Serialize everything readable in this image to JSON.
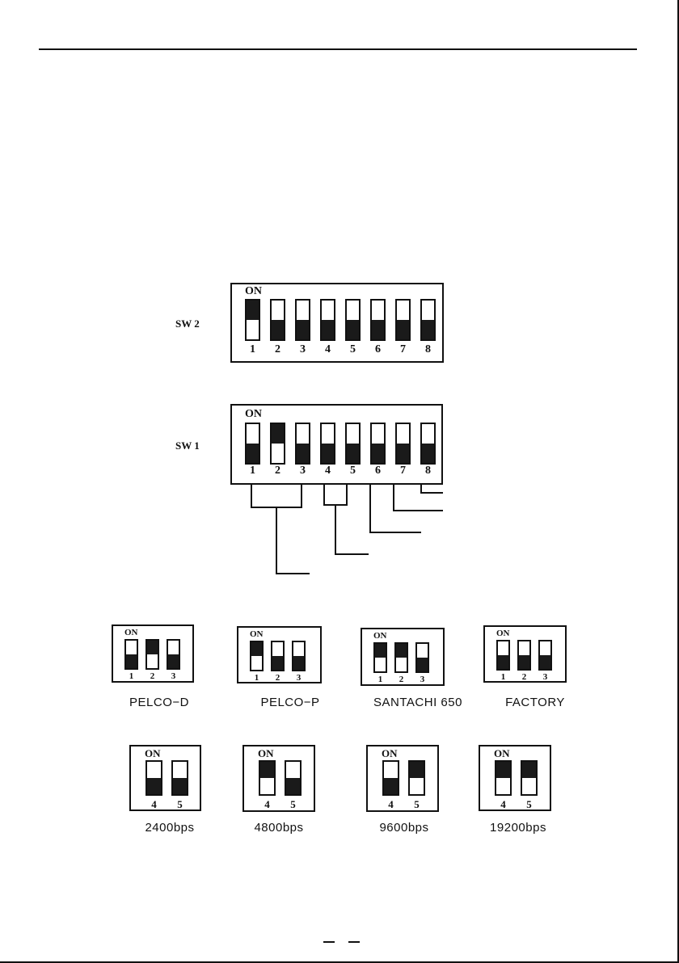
{
  "on_label": "ON",
  "sw2": {
    "label": "SW 2",
    "switches": [
      {
        "num": "1",
        "state": "on"
      },
      {
        "num": "2",
        "state": "off"
      },
      {
        "num": "3",
        "state": "off"
      },
      {
        "num": "4",
        "state": "off"
      },
      {
        "num": "5",
        "state": "off"
      },
      {
        "num": "6",
        "state": "off"
      },
      {
        "num": "7",
        "state": "off"
      },
      {
        "num": "8",
        "state": "off"
      }
    ]
  },
  "sw1": {
    "label": "SW 1",
    "switches": [
      {
        "num": "1",
        "state": "off"
      },
      {
        "num": "2",
        "state": "on"
      },
      {
        "num": "3",
        "state": "off"
      },
      {
        "num": "4",
        "state": "off"
      },
      {
        "num": "5",
        "state": "off"
      },
      {
        "num": "6",
        "state": "off"
      },
      {
        "num": "7",
        "state": "off"
      },
      {
        "num": "8",
        "state": "off"
      }
    ]
  },
  "protocols": [
    {
      "caption": "PELCO−D",
      "switches": [
        {
          "num": "1",
          "state": "off"
        },
        {
          "num": "2",
          "state": "on"
        },
        {
          "num": "3",
          "state": "off"
        }
      ]
    },
    {
      "caption": "PELCO−P",
      "switches": [
        {
          "num": "1",
          "state": "on"
        },
        {
          "num": "2",
          "state": "off"
        },
        {
          "num": "3",
          "state": "off"
        }
      ]
    },
    {
      "caption": "SANTACHI 650",
      "switches": [
        {
          "num": "1",
          "state": "on"
        },
        {
          "num": "2",
          "state": "on"
        },
        {
          "num": "3",
          "state": "off"
        }
      ]
    },
    {
      "caption": "FACTORY",
      "switches": [
        {
          "num": "1",
          "state": "off"
        },
        {
          "num": "2",
          "state": "off"
        },
        {
          "num": "3",
          "state": "off"
        }
      ]
    }
  ],
  "baud_rates": [
    {
      "caption": "2400bps",
      "switches": [
        {
          "num": "4",
          "state": "off"
        },
        {
          "num": "5",
          "state": "off"
        }
      ]
    },
    {
      "caption": "4800bps",
      "switches": [
        {
          "num": "4",
          "state": "on"
        },
        {
          "num": "5",
          "state": "off"
        }
      ]
    },
    {
      "caption": "9600bps",
      "switches": [
        {
          "num": "4",
          "state": "off"
        },
        {
          "num": "5",
          "state": "on"
        }
      ]
    },
    {
      "caption": "19200bps",
      "switches": [
        {
          "num": "4",
          "state": "on"
        },
        {
          "num": "5",
          "state": "on"
        }
      ]
    }
  ]
}
